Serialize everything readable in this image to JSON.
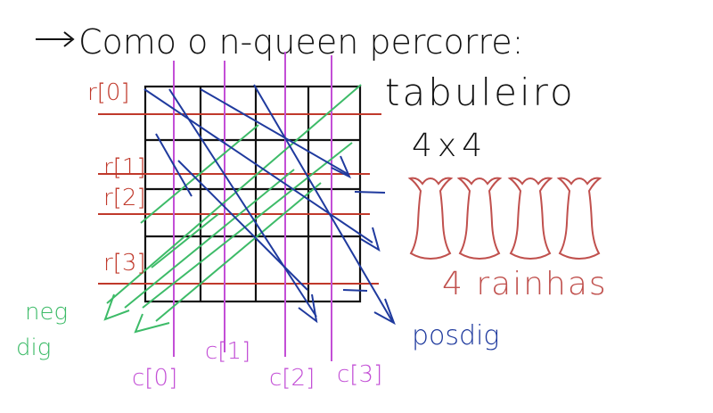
{
  "title": "Como o n-queen percorre:",
  "board_label": "tabuleiro",
  "board_size": "4x4",
  "queens_label": "4 rainhas",
  "queen_count": 4,
  "row_labels": [
    "r[0]",
    "r[1]",
    "r[2]",
    "r[3]"
  ],
  "col_labels": [
    "c[0]",
    "c[1]",
    "c[2]",
    "c[3]"
  ],
  "negdiag_label": [
    "neg",
    "dig"
  ],
  "posdiag_label": "posdig",
  "colors": {
    "ink": "#111111",
    "rows": "#c0392b",
    "cols": "#c34fd6",
    "negdiag": "#3dbb68",
    "posdiag": "#1f3a9e",
    "queens": "#c0504d"
  }
}
